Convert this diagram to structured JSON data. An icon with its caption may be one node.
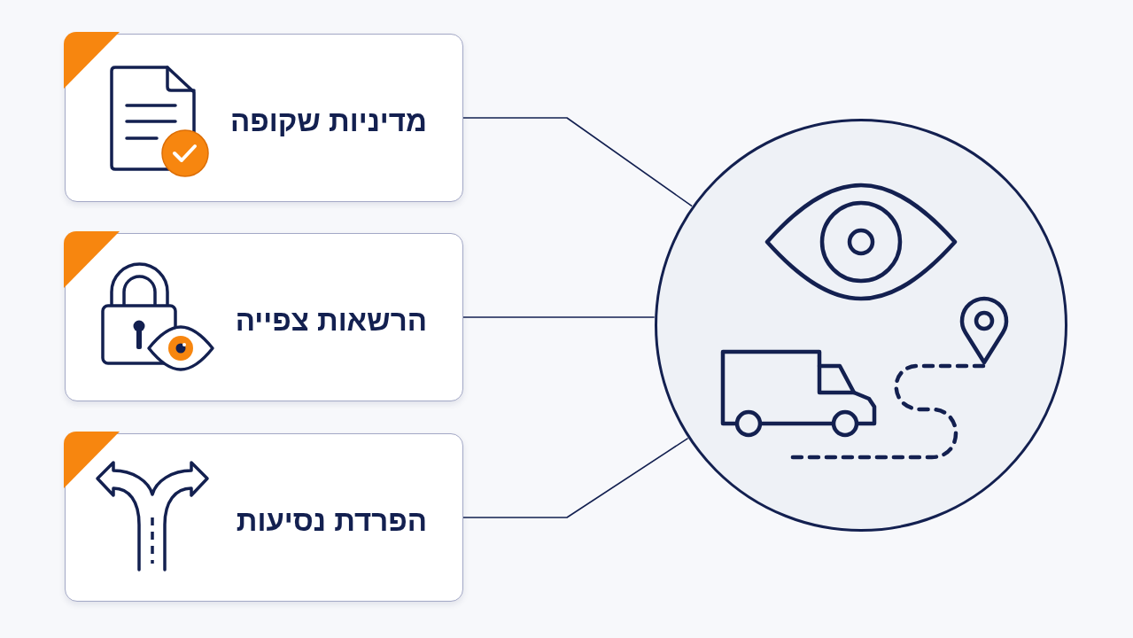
{
  "diagram": {
    "nodes": [
      {
        "text": [
          "מדיניות שקופה"
        ]
      },
      {
        "text": [
          "הרשאות צפייה"
        ]
      },
      {
        "text": [
          "הפרדת נסיעות"
        ]
      },
      {
        "text": [],
        "shape": "circle"
      }
    ],
    "edges": [
      {
        "from": 0,
        "to": 3,
        "arrow": "none"
      },
      {
        "from": 1,
        "to": 3,
        "arrow": "none"
      },
      {
        "from": 2,
        "to": 3,
        "arrow": "none"
      }
    ]
  }
}
